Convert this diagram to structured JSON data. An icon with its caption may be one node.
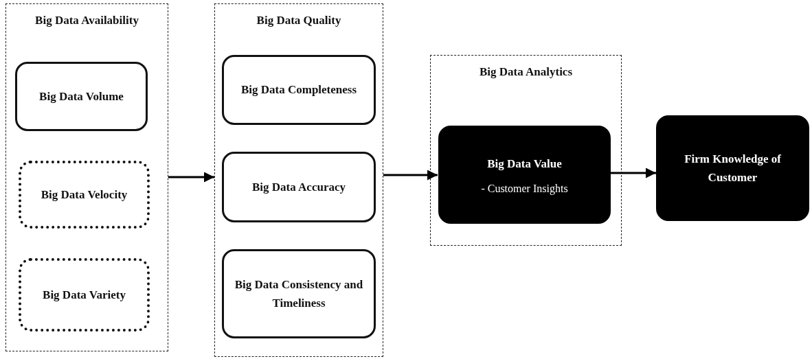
{
  "diagram": {
    "nodes": [
      {
        "text": [
          "Big Data Availability"
        ]
      },
      {
        "text": [
          "Big Data Volume"
        ],
        "in": 0
      },
      {
        "text": [
          "Big Data Velocity"
        ],
        "in": 0
      },
      {
        "text": [
          "Big Data Variety"
        ],
        "in": 0
      },
      {
        "text": [
          "Big Data Quality"
        ]
      },
      {
        "text": [
          "Big Data Completeness"
        ],
        "in": 4
      },
      {
        "text": [
          "Big Data Accuracy"
        ],
        "in": 4
      },
      {
        "text": [
          "Big Data Consistency and Timeliness"
        ],
        "in": 4
      },
      {
        "text": [
          "Big Data Analytics"
        ]
      },
      {
        "text": [
          "Big Data Value",
          "- Customer Insights"
        ],
        "in": 8
      },
      {
        "text": [
          "Firm Knowledge of Customer"
        ]
      }
    ],
    "edges": [
      {
        "from": 0,
        "to": 4,
        "arrow": "to"
      },
      {
        "from": 4,
        "to": 9,
        "arrow": "to"
      },
      {
        "from": 9,
        "to": 10,
        "arrow": "to"
      }
    ]
  }
}
